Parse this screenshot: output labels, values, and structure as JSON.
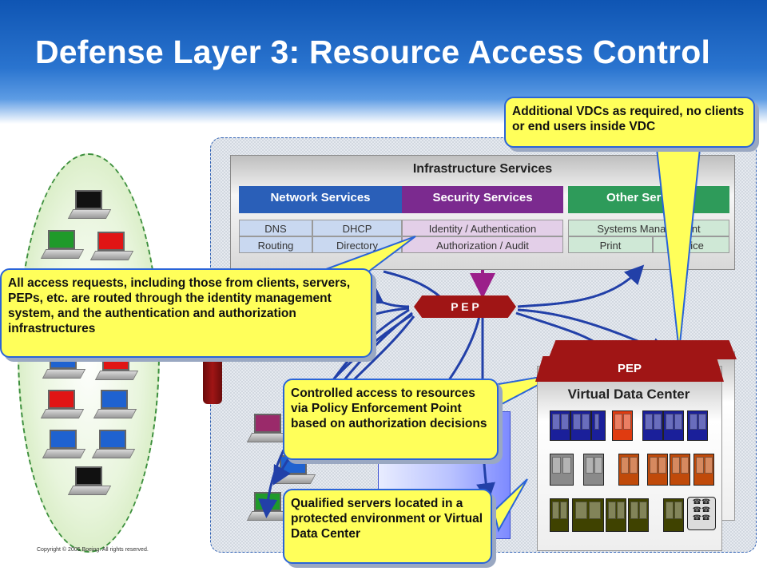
{
  "slide": {
    "title": "Defense Layer 3: Resource Access Control",
    "copyright": "Copyright © 2005 Boeing. All rights reserved."
  },
  "infrastructure": {
    "title": "Infrastructure Services",
    "network": {
      "title": "Network Services",
      "items": [
        "DNS",
        "DHCP",
        "Routing",
        "Directory"
      ]
    },
    "security": {
      "title": "Security Services",
      "items": [
        "Identity / Authentication",
        "Authorization / Audit"
      ]
    },
    "other": {
      "title": "Other Services",
      "items": [
        "Systems Management",
        "Print",
        "Voice"
      ]
    }
  },
  "pep": {
    "main": "P E P",
    "vdc": "PEP"
  },
  "vdc": {
    "title": "Virtual Data Center"
  },
  "callouts": {
    "identity": "All access requests, including those from clients, servers, PEPs, etc. are routed through the identity management system, and the authentication and authorization infrastructures",
    "additional": "Additional VDCs as required, no clients or end users inside VDC",
    "controlled": "Controlled access to resources via Policy Enforcement Point based on authorization decisions",
    "qualified": "Qualified servers located in a protected environment or Virtual Data Center"
  },
  "colors": {
    "header": "#1a5fbf",
    "network": "#2a5fb8",
    "security": "#7b2a8f",
    "other": "#2e9b5a",
    "pep": "#a01515",
    "callout": "#ffff5a",
    "arrow": "#2240a8"
  }
}
